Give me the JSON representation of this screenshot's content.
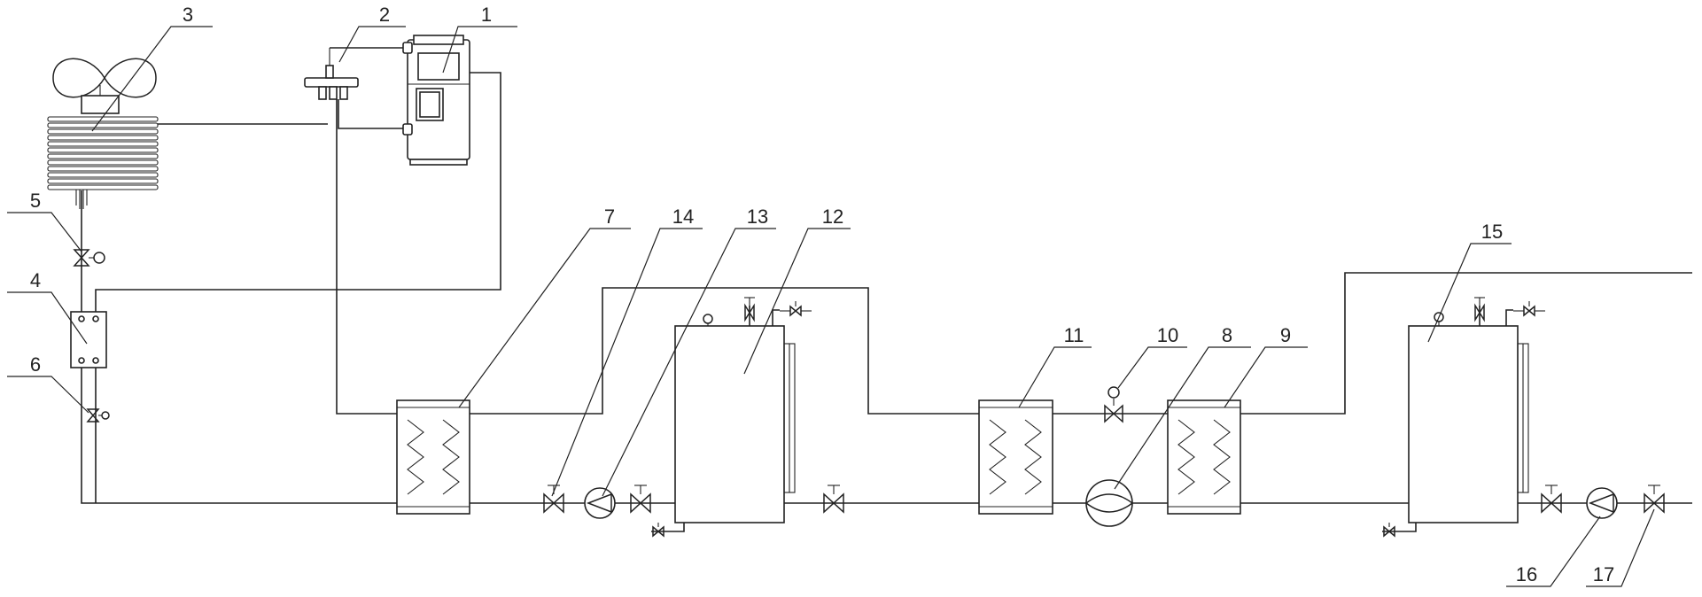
{
  "labels": {
    "c1": "1",
    "c2": "2",
    "c3": "3",
    "c4": "4",
    "c5": "5",
    "c6": "6",
    "c7": "7",
    "c8": "8",
    "c9": "9",
    "c10": "10",
    "c11": "11",
    "c12": "12",
    "c13": "13",
    "c14": "14",
    "c15": "15",
    "c16": "16",
    "c17": "17"
  }
}
